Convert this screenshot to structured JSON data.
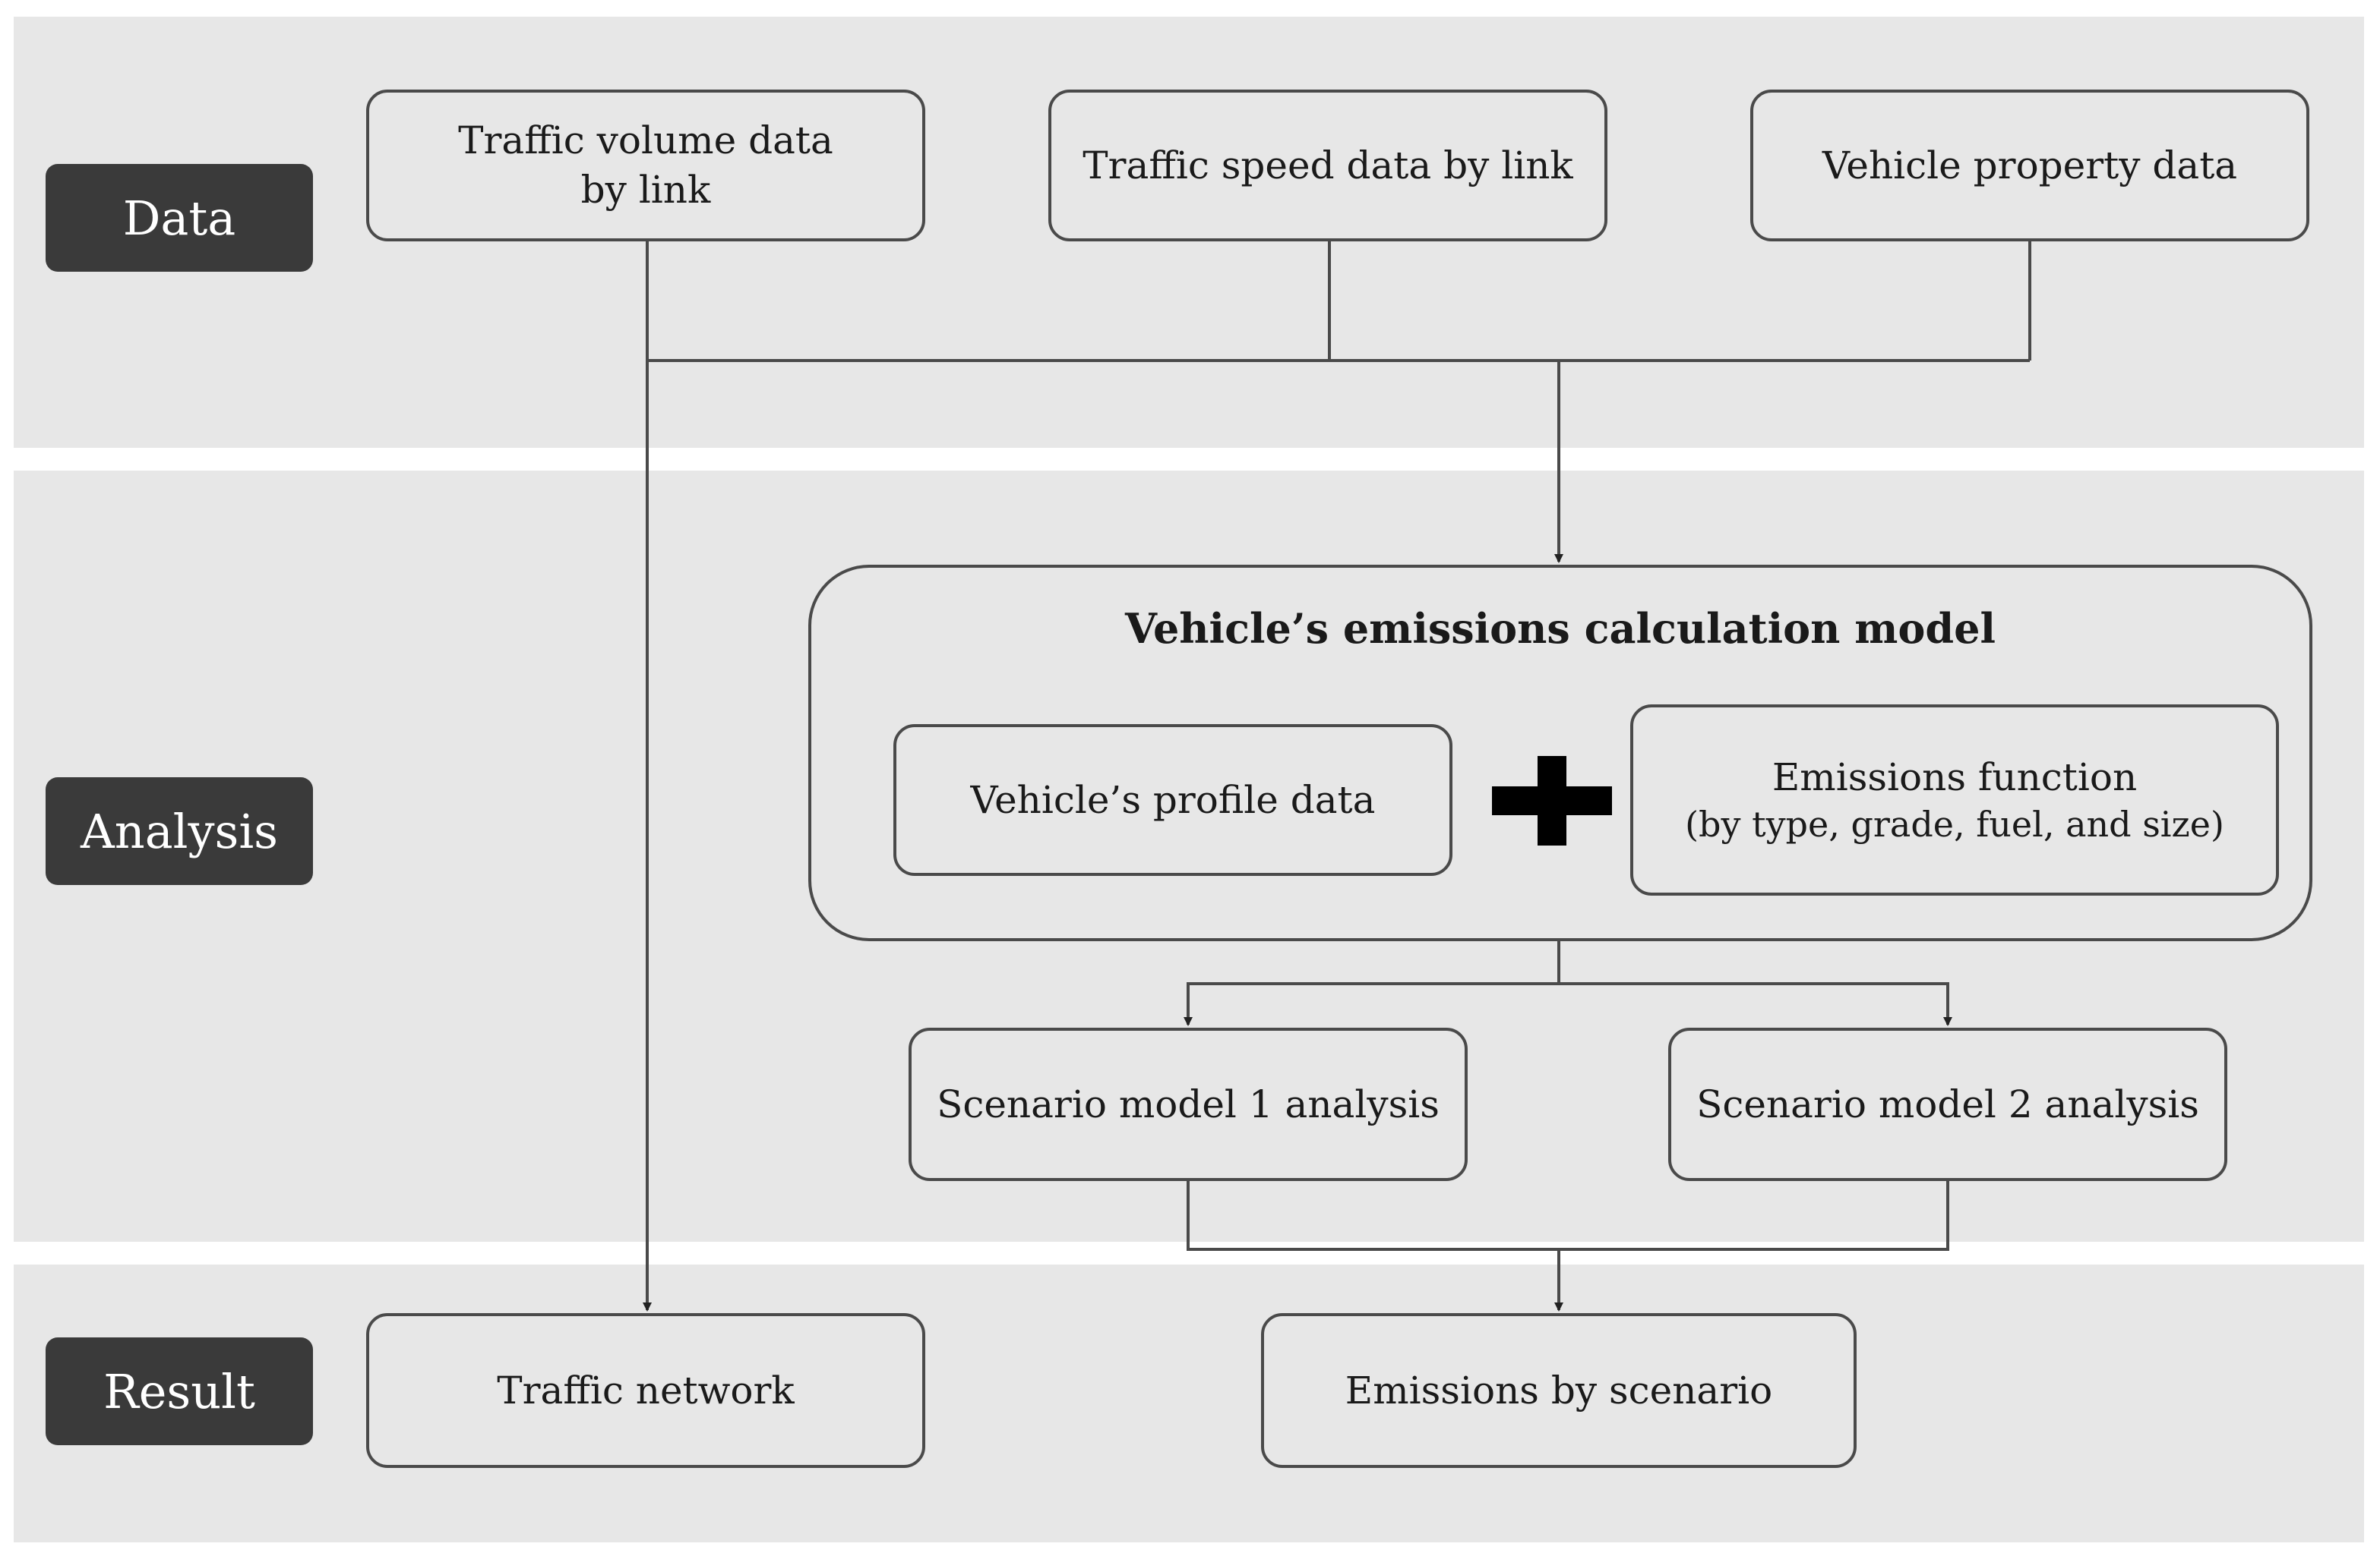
{
  "stages": {
    "data": "Data",
    "analysis": "Analysis",
    "result": "Result"
  },
  "data_boxes": {
    "traffic_volume": [
      "Traffic volume data",
      "by link"
    ],
    "traffic_speed": "Traffic speed data by link",
    "vehicle_property": "Vehicle property data"
  },
  "model": {
    "title": "Vehicle’s emissions calculation model",
    "profile": "Vehicle’s profile data",
    "plus_icon": "plus-icon",
    "emissions_function": "Emissions function",
    "emissions_function_detail": "(by type, grade,  fuel, and size)"
  },
  "scenarios": {
    "model1": "Scenario model 1 analysis",
    "model2": "Scenario model 2 analysis"
  },
  "results": {
    "traffic_network": "Traffic network",
    "emissions_by_scenario": "Emissions by scenario"
  },
  "colors": {
    "band": "#e7e7e7",
    "stage_label": "#3a3a3a",
    "line": "#4a4a4a"
  }
}
